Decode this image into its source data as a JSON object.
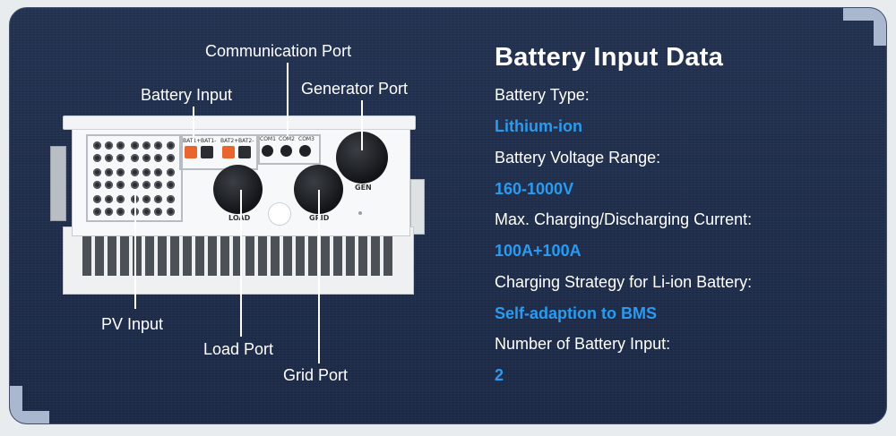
{
  "title": "Battery Input Data",
  "specs": [
    {
      "label": "Battery Type:",
      "value": "Lithium-ion"
    },
    {
      "label": "Battery Voltage Range:",
      "value": "160-1000V"
    },
    {
      "label": "Max. Charging/Discharging Current:",
      "value": "100A+100A"
    },
    {
      "label": "Charging Strategy for Li-ion Battery:",
      "value": "Self-adaption to BMS"
    },
    {
      "label": "Number of Battery Input:",
      "value": "2"
    }
  ],
  "callouts": {
    "communication_port": "Communication Port",
    "battery_input": "Battery Input",
    "generator_port": "Generator Port",
    "pv_input": "PV Input",
    "load_port": "Load Port",
    "grid_port": "Grid Port"
  },
  "device_labels": {
    "bat1p": "BAT1+",
    "bat1m": "BAT1-",
    "bat2p": "BAT2+",
    "bat2m": "BAT2-",
    "com1": "COM1",
    "com2": "COM2",
    "com3": "COM3",
    "load": "LOAD",
    "grid": "GRID",
    "gen": "GEN"
  },
  "colors": {
    "panel_bg": "#1f2e4b",
    "accent_value": "#2a9bf0",
    "text": "#ffffff",
    "battery_connector": "#e8652e"
  }
}
